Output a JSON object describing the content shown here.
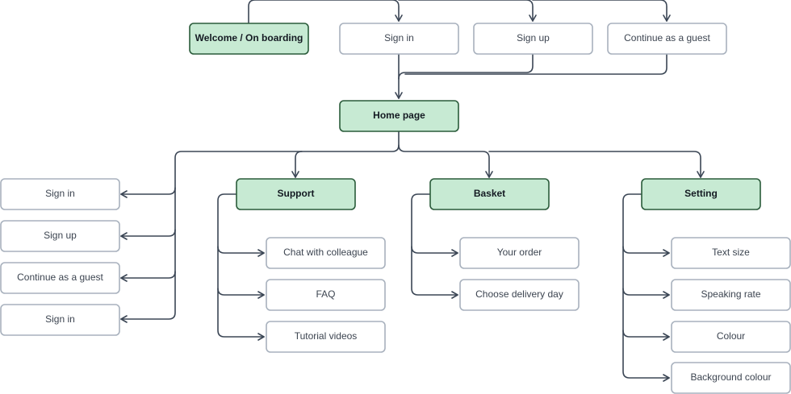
{
  "colors": {
    "primary_fill": "#c7ead3",
    "primary_border": "#2a5b3a",
    "secondary_fill": "#ffffff",
    "secondary_border": "#a8b1bd",
    "connector": "#3b4655"
  },
  "nodes": {
    "welcome": {
      "label": "Welcome / On boarding",
      "style": "primary"
    },
    "signin_top": {
      "label": "Sign in",
      "style": "secondary"
    },
    "signup_top": {
      "label": "Sign up",
      "style": "secondary"
    },
    "guest_top": {
      "label": "Continue as a guest",
      "style": "secondary"
    },
    "home": {
      "label": "Home page",
      "style": "primary"
    },
    "signin_left_1": {
      "label": "Sign in",
      "style": "secondary"
    },
    "signup_left": {
      "label": "Sign up",
      "style": "secondary"
    },
    "guest_left": {
      "label": "Continue as a guest",
      "style": "secondary"
    },
    "signin_left_2": {
      "label": "Sign in",
      "style": "secondary"
    },
    "support": {
      "label": "Support",
      "style": "primary"
    },
    "chat": {
      "label": "Chat with colleague",
      "style": "secondary"
    },
    "faq": {
      "label": "FAQ",
      "style": "secondary"
    },
    "tutorial": {
      "label": "Tutorial videos",
      "style": "secondary"
    },
    "basket": {
      "label": "Basket",
      "style": "primary"
    },
    "your_order": {
      "label": "Your order",
      "style": "secondary"
    },
    "delivery_day": {
      "label": "Choose delivery day",
      "style": "secondary"
    },
    "setting": {
      "label": "Setting",
      "style": "primary"
    },
    "text_size": {
      "label": "Text size",
      "style": "secondary"
    },
    "speaking_rate": {
      "label": "Speaking rate",
      "style": "secondary"
    },
    "colour": {
      "label": "Colour",
      "style": "secondary"
    },
    "background_colour": {
      "label": "Background colour",
      "style": "secondary"
    }
  },
  "edges": [
    {
      "from": "welcome",
      "to": "signin_top"
    },
    {
      "from": "welcome",
      "to": "signup_top"
    },
    {
      "from": "welcome",
      "to": "guest_top"
    },
    {
      "from": "signin_top",
      "to": "home"
    },
    {
      "from": "signup_top",
      "to": "home"
    },
    {
      "from": "guest_top",
      "to": "home"
    },
    {
      "from": "home",
      "to": "signin_left_1"
    },
    {
      "from": "home",
      "to": "signup_left"
    },
    {
      "from": "home",
      "to": "guest_left"
    },
    {
      "from": "home",
      "to": "signin_left_2"
    },
    {
      "from": "home",
      "to": "support"
    },
    {
      "from": "home",
      "to": "basket"
    },
    {
      "from": "home",
      "to": "setting"
    },
    {
      "from": "support",
      "to": "chat"
    },
    {
      "from": "support",
      "to": "faq"
    },
    {
      "from": "support",
      "to": "tutorial"
    },
    {
      "from": "basket",
      "to": "your_order"
    },
    {
      "from": "basket",
      "to": "delivery_day"
    },
    {
      "from": "setting",
      "to": "text_size"
    },
    {
      "from": "setting",
      "to": "speaking_rate"
    },
    {
      "from": "setting",
      "to": "colour"
    },
    {
      "from": "setting",
      "to": "background_colour"
    }
  ]
}
